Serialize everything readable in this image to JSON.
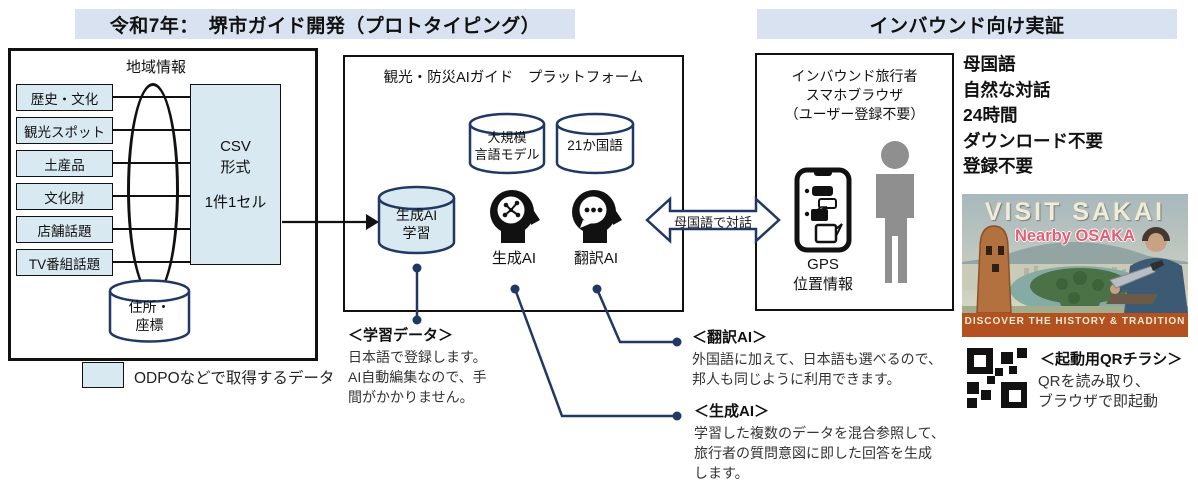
{
  "colors": {
    "title_bg": "#d9e2f0",
    "light_blue": "#d9e9f2",
    "navy": "#1f3864",
    "gray_person": "#8f8f8f",
    "poster_orange": "#b35120",
    "poster_pink": "#e25c74",
    "poster_cream": "#f2ecd4"
  },
  "titles": {
    "left": "令和7年：　堺市ガイド開発（プロトタイピング）",
    "right": "インバウンド向け実証"
  },
  "left_box": {
    "header": "地域情報",
    "items": [
      "歴史・文化",
      "観光スポット",
      "土産品",
      "文化財",
      "店舗話題",
      "TV番組話題"
    ],
    "csv_lines": [
      "CSV",
      "形式",
      "1件1セル"
    ],
    "address_lines": [
      "住所・",
      "座標"
    ]
  },
  "legend": {
    "label": "ODPOなどで取得するデータ"
  },
  "platform": {
    "title": "観光・防災AIガイド　プラットフォーム",
    "llm_lines": [
      "大規模",
      "言語モデル"
    ],
    "lang_label": "21か国語",
    "learn_lines": [
      "生成AI",
      "学習"
    ],
    "gen_label": "生成AI",
    "trans_label": "翻訳AI"
  },
  "arrow": {
    "label": "母国語で対話"
  },
  "visitor": {
    "lines": [
      "インバウンド旅行者",
      "スマホブラウザ",
      "（ユーザー登録不要）"
    ],
    "gps_lines": [
      "GPS",
      "位置情報"
    ]
  },
  "benefits": [
    "母国語",
    "自然な対話",
    "24時間",
    "ダウンロード不要",
    "登録不要"
  ],
  "poster": {
    "title": "VISIT SAKAI",
    "subtitle": "Nearby OSAKA",
    "banner": "DISCOVER THE HISTORY & TRADITION"
  },
  "qr": {
    "heading": "＜起動用QRチラシ＞",
    "lines": [
      "QRを読み取り、",
      "ブラウザで即起動"
    ]
  },
  "callouts": {
    "learning": {
      "heading": "＜学習データ＞",
      "lines": [
        "日本語で登録します。",
        "AI自動編集なので、手",
        "間がかかりません。"
      ]
    },
    "translate": {
      "heading": "＜翻訳AI＞",
      "lines": [
        "外国語に加えて、日本語も選べるので、",
        "邦人も同じように利用できます。"
      ]
    },
    "generate": {
      "heading": "＜生成AI＞",
      "lines": [
        "学習した複数のデータを混合参照して、",
        "旅行者の質問意図に即した回答を生成",
        "します。"
      ]
    }
  }
}
